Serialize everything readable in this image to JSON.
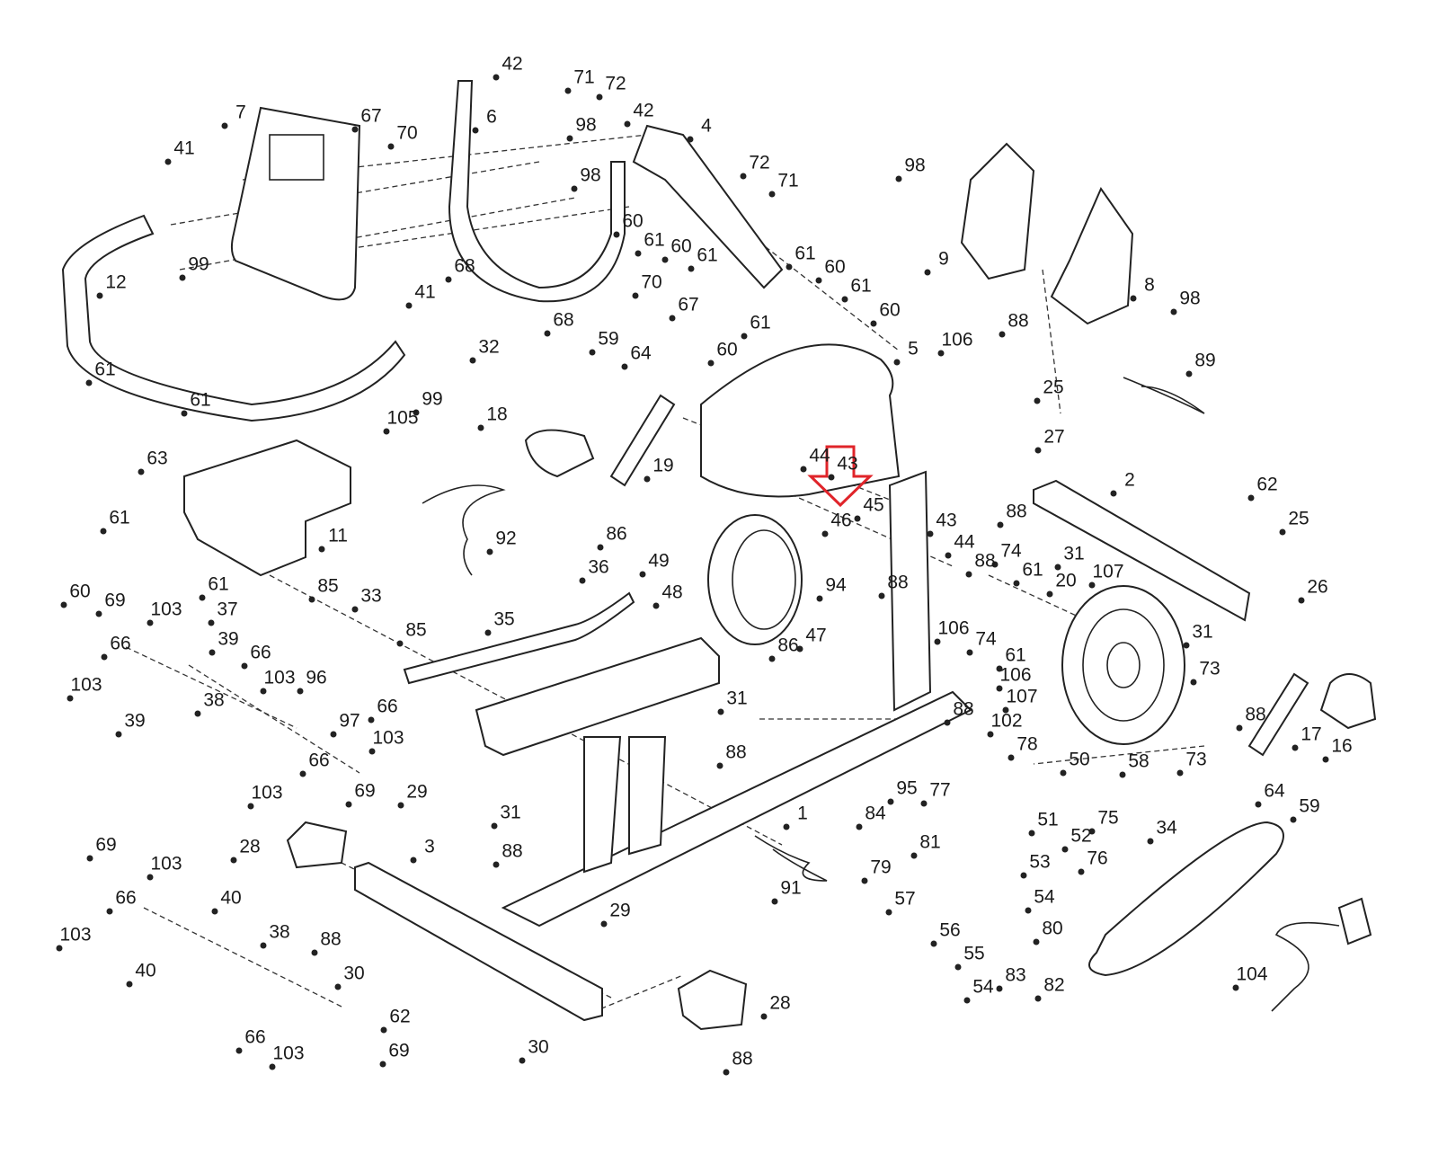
{
  "diagram": {
    "type": "exploded-parts-diagram",
    "highlight_arrow_color": "#e0242a",
    "line_color": "#222222",
    "part_labels": [
      "42",
      "71",
      "72",
      "6",
      "7",
      "67",
      "70",
      "98",
      "42",
      "4",
      "41",
      "98",
      "72",
      "71",
      "60",
      "61",
      "60",
      "61",
      "99",
      "12",
      "68",
      "61",
      "60",
      "61",
      "70",
      "67",
      "60",
      "68",
      "61",
      "41",
      "32",
      "60",
      "5",
      "98",
      "9",
      "8",
      "98",
      "106",
      "88",
      "89",
      "25",
      "61",
      "61",
      "99",
      "59",
      "64",
      "18",
      "19",
      "105",
      "27",
      "63",
      "44",
      "43",
      "2",
      "62",
      "46",
      "45",
      "43",
      "44",
      "88",
      "25",
      "61",
      "11",
      "92",
      "86",
      "49",
      "31",
      "74",
      "88",
      "61",
      "107",
      "60",
      "61",
      "48",
      "94",
      "88",
      "20",
      "26",
      "69",
      "103",
      "37",
      "85",
      "33",
      "36",
      "35",
      "86",
      "47",
      "106",
      "74",
      "61",
      "31",
      "66",
      "39",
      "85",
      "103",
      "96",
      "66",
      "106",
      "73",
      "107",
      "103",
      "97",
      "66",
      "31",
      "88",
      "102",
      "88",
      "17",
      "16",
      "39",
      "38",
      "103",
      "66",
      "78",
      "73",
      "58",
      "50",
      "88",
      "103",
      "69",
      "29",
      "31",
      "1",
      "84",
      "95",
      "77",
      "51",
      "75",
      "64",
      "59",
      "81",
      "52",
      "76",
      "53",
      "34",
      "3",
      "28",
      "88",
      "91",
      "69",
      "103",
      "79",
      "57",
      "54",
      "66",
      "40",
      "88",
      "29",
      "56",
      "80",
      "55",
      "103",
      "38",
      "40",
      "30",
      "104",
      "54",
      "83",
      "82",
      "62",
      "28",
      "66",
      "103",
      "69",
      "30",
      "88"
    ]
  }
}
